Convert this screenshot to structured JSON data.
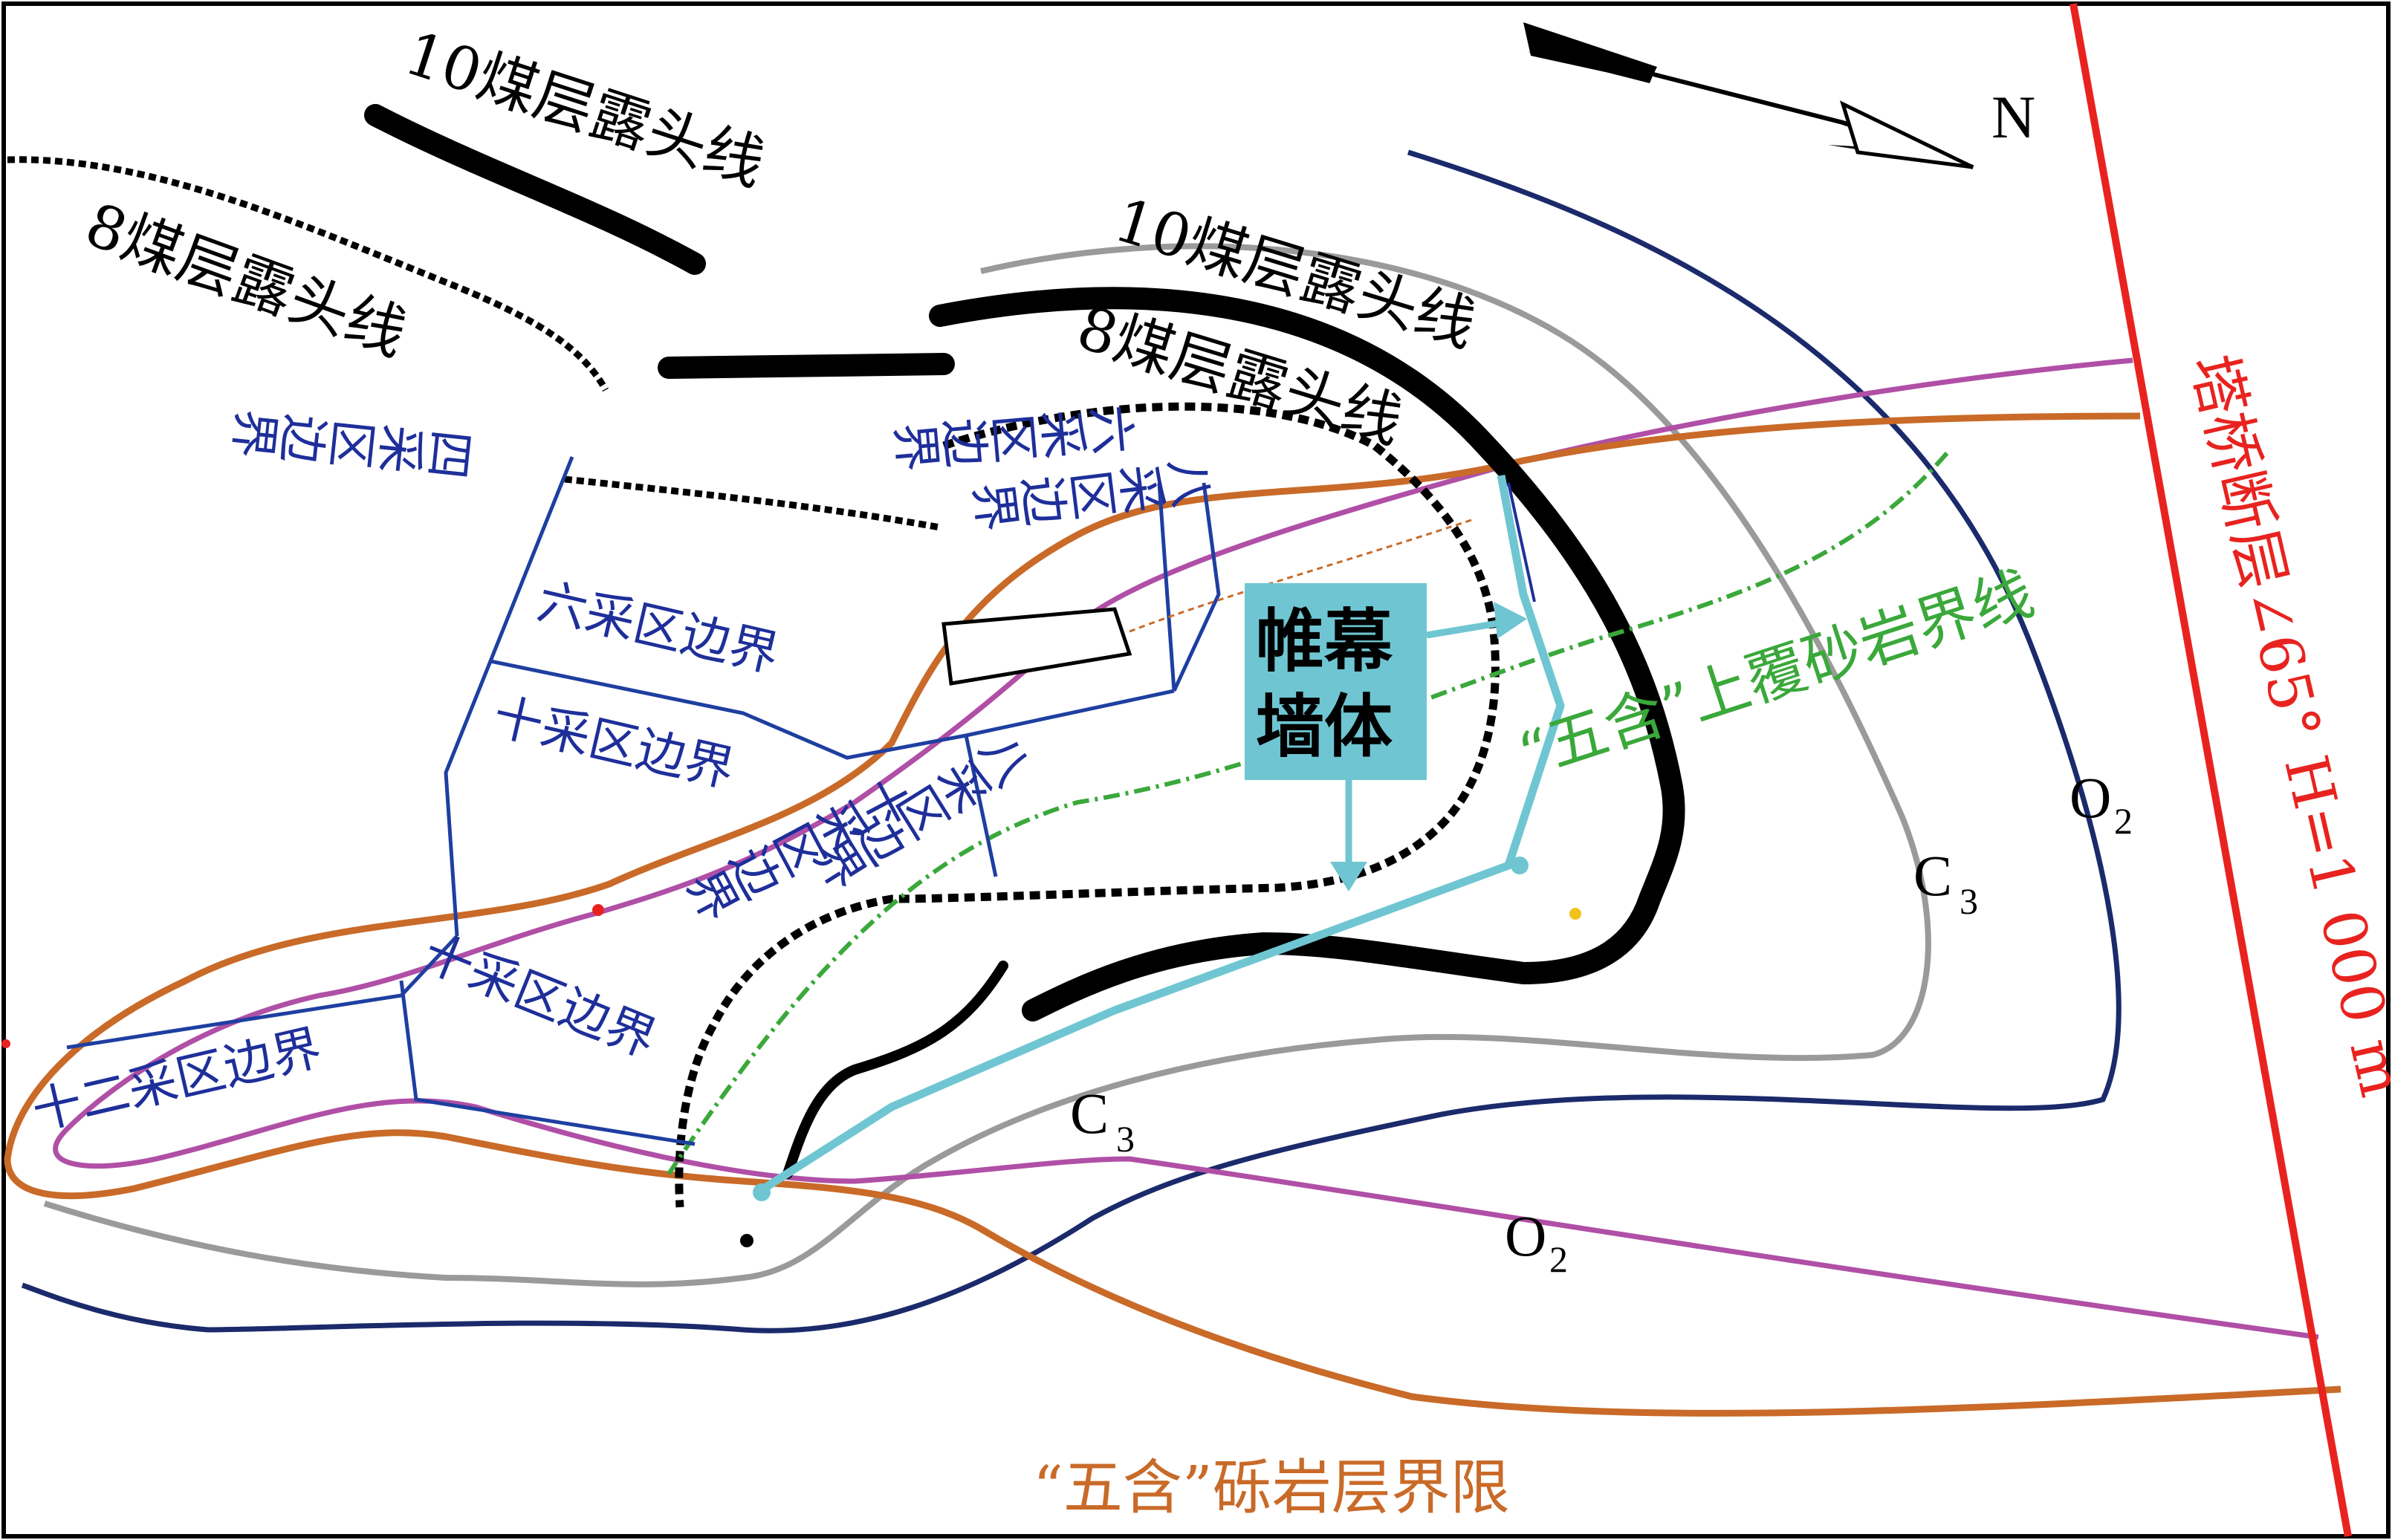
{
  "colors": {
    "fault": "#e8231f",
    "orange": "#c96a28",
    "magenta": "#b04fa6",
    "navy": "#1b2a6b",
    "gray": "#9a9a9a",
    "blue_label": "#1e2f9a",
    "green": "#3aa83a",
    "cyan": "#6fc6d2",
    "black": "#000000"
  },
  "labels": {
    "coal10_top": "10煤层露头线",
    "coal8_top": "8煤层露头线",
    "coal10_right": "10煤层露头线",
    "coal8_right": "8煤层露头线",
    "fault": "塔桥断层∠65° H=1 000 m",
    "wuhan_sandstone": "“五含”上覆砂岩界线",
    "wuhan_gravel": "“五含”砾岩层界限",
    "curtain_wall_line1": "帷幕",
    "curtain_wall_line2": "墙体",
    "north": "N",
    "c3_right": "C",
    "c3_right_sub": "3",
    "c3_center": "C",
    "c3_center_sub": "3",
    "o2_right": "O",
    "o2_right_sub": "2",
    "o2_bottom": "O",
    "o2_bottom_sub": "2"
  },
  "boundaries": {
    "area4": "四采区边界",
    "area6_left": "六采区边界",
    "area10_left": "十采区边界",
    "area6_right": "六采区边界",
    "area8_upper": "八采区边界",
    "area10_center": "十采区边界",
    "area8_lower": "八采区边界",
    "area10_lower": "十采区边界",
    "area12": "十二采区边界"
  }
}
